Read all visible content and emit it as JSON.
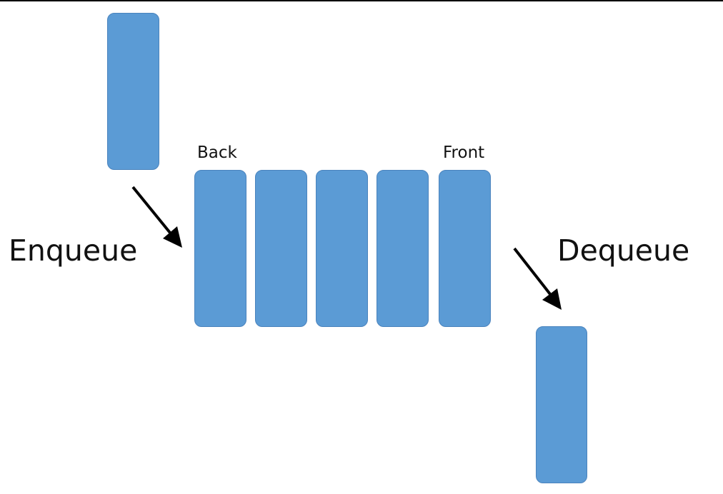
{
  "labels": {
    "back": "Back",
    "front": "Front",
    "enqueue": "Enqueue",
    "dequeue": "Dequeue"
  },
  "queue": {
    "item_count": 5
  },
  "colors": {
    "block_fill": "#5b9bd5",
    "arrow": "#000000",
    "text": "#111111"
  }
}
